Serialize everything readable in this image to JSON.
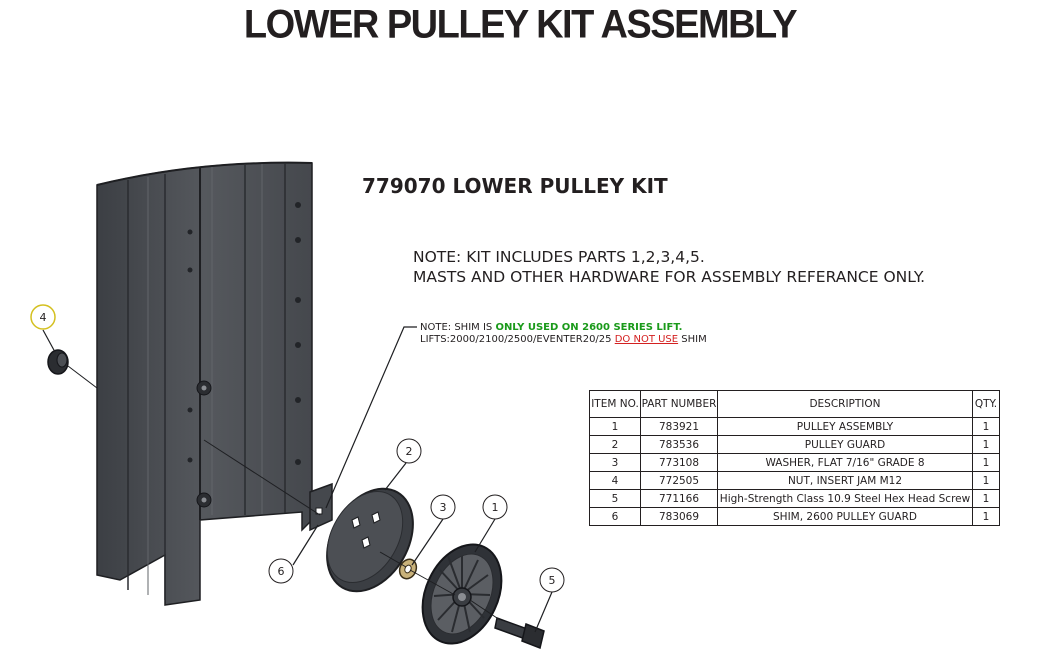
{
  "title": "LOWER PULLEY KIT ASSEMBLY",
  "kit_title": "779070 LOWER PULLEY KIT",
  "note": {
    "line1": "NOTE: KIT INCLUDES PARTS 1,2,3,4,5.",
    "line2": "MASTS AND OTHER HARDWARE FOR ASSEMBLY REFERANCE ONLY."
  },
  "shim_note": {
    "prefix": "NOTE: SHIM IS ",
    "highlight": "ONLY USED ON 2600 SERIES LIFT.",
    "line2_prefix": "LIFTS:2000/2100/2500/EVENTER20/25 ",
    "warning": "DO NOT USE",
    "line2_suffix": " SHIM"
  },
  "callouts": [
    "1",
    "2",
    "3",
    "4",
    "5",
    "6"
  ],
  "bom": {
    "headers": [
      "ITEM NO.",
      "PART NUMBER",
      "DESCRIPTION",
      "QTY."
    ],
    "rows": [
      [
        "1",
        "783921",
        "PULLEY ASSEMBLY",
        "1"
      ],
      [
        "2",
        "783536",
        "PULLEY GUARD",
        "1"
      ],
      [
        "3",
        "773108",
        "WASHER, FLAT 7/16\" GRADE 8",
        "1"
      ],
      [
        "4",
        "772505",
        "NUT, INSERT JAM M12",
        "1"
      ],
      [
        "5",
        "771166",
        "High-Strength Class 10.9 Steel Hex Head Screw",
        "1"
      ],
      [
        "6",
        "783069",
        "SHIM, 2600 PULLEY GUARD",
        "1"
      ]
    ]
  },
  "colors": {
    "mast": "#4a4d52",
    "mast_dark": "#3a3d42",
    "callout_4": "#d4c020",
    "highlight_green": "#1a9a1a",
    "warning_red": "#d42020"
  }
}
